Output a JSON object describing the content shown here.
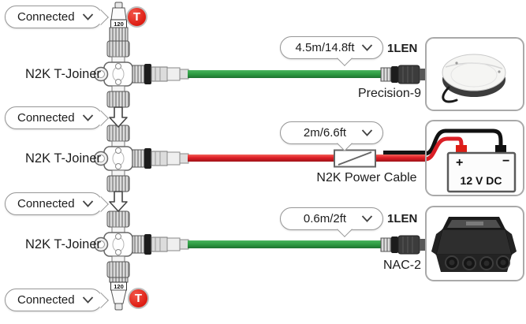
{
  "colors": {
    "cable_green": "#2E9C42",
    "cable_red": "#DF1F26",
    "terminator_badge_red": "#DD1C12",
    "pill_border": "#979797"
  },
  "icons": {
    "dropdown_chevron": "chevron-down",
    "terminator_badge": "T",
    "backbone_arrow": "arrow-down"
  },
  "backbone": {
    "statuses": [
      {
        "label": "Connected"
      },
      {
        "label": "Connected"
      },
      {
        "label": "Connected"
      },
      {
        "label": "Connected"
      }
    ],
    "terminators": [
      {
        "resistance_label": "120",
        "badge": "T"
      },
      {
        "resistance_label": "120",
        "badge": "T"
      }
    ],
    "joiner_labels": [
      "N2K T-Joiner",
      "N2K T-Joiner",
      "N2K T-Joiner"
    ]
  },
  "branches": [
    {
      "length_label": "4.5m/14.8ft",
      "len_tag": "1LEN",
      "device_label": "Precision-9",
      "cable_color": "green"
    },
    {
      "length_label": "2m/6.6ft",
      "device_label": "N2K Power Cable",
      "cable_color": "red",
      "battery": {
        "plus": "+",
        "minus": "−",
        "voltage_label": "12 V DC"
      }
    },
    {
      "length_label": "0.6m/2ft",
      "len_tag": "1LEN",
      "device_label": "NAC-2",
      "cable_color": "green"
    }
  ]
}
